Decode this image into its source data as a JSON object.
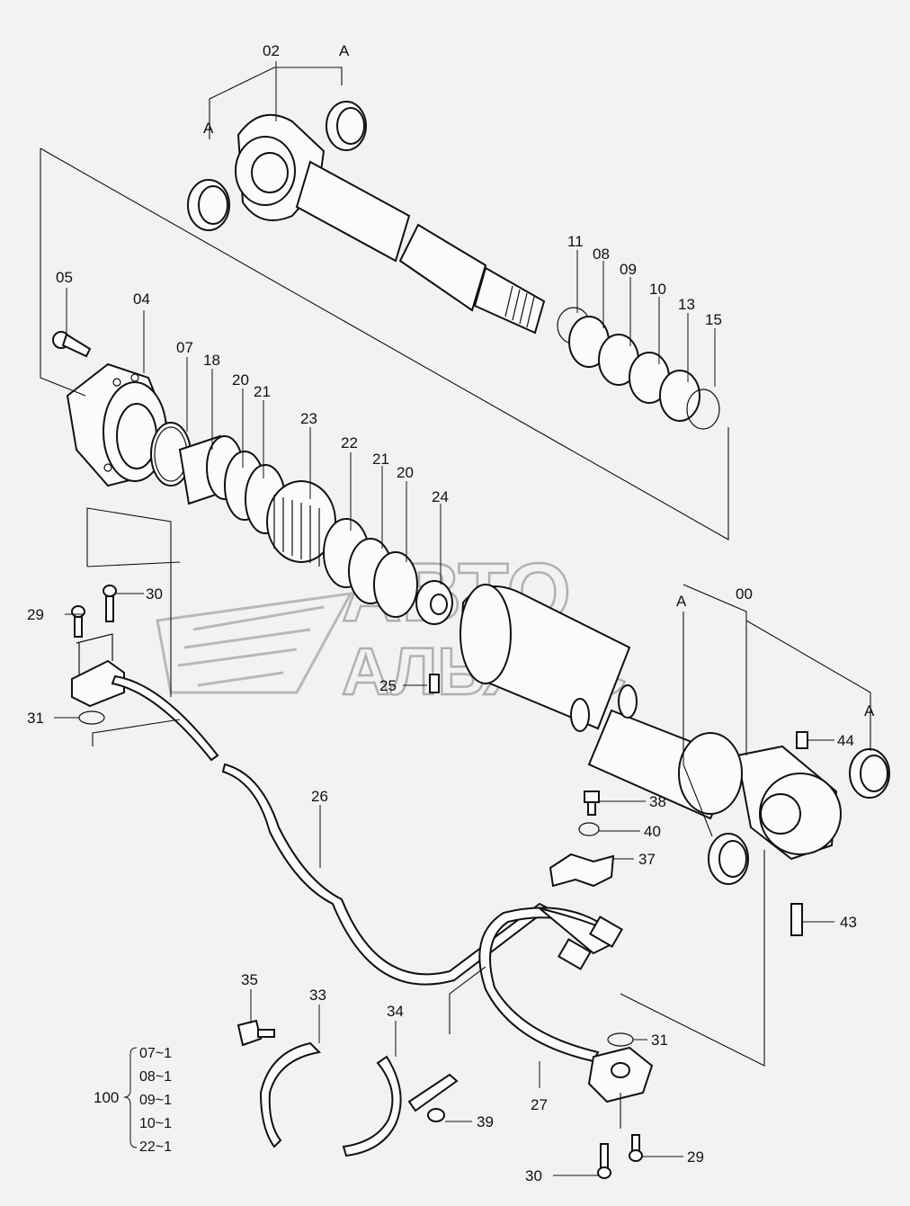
{
  "callouts": [
    {
      "id": "callout-02",
      "label": "02"
    },
    {
      "id": "callout-a-top",
      "label": "A"
    },
    {
      "id": "callout-a-left",
      "label": "A"
    },
    {
      "id": "callout-05",
      "label": "05"
    },
    {
      "id": "callout-04",
      "label": "04"
    },
    {
      "id": "callout-07",
      "label": "07"
    },
    {
      "id": "callout-18",
      "label": "18"
    },
    {
      "id": "callout-20a",
      "label": "20"
    },
    {
      "id": "callout-21a",
      "label": "21"
    },
    {
      "id": "callout-23",
      "label": "23"
    },
    {
      "id": "callout-22",
      "label": "22"
    },
    {
      "id": "callout-21b",
      "label": "21"
    },
    {
      "id": "callout-20b",
      "label": "20"
    },
    {
      "id": "callout-24",
      "label": "24"
    },
    {
      "id": "callout-11",
      "label": "11"
    },
    {
      "id": "callout-08",
      "label": "08"
    },
    {
      "id": "callout-09",
      "label": "09"
    },
    {
      "id": "callout-10",
      "label": "10"
    },
    {
      "id": "callout-13",
      "label": "13"
    },
    {
      "id": "callout-15",
      "label": "15"
    },
    {
      "id": "callout-30a",
      "label": "30"
    },
    {
      "id": "callout-29a",
      "label": "29"
    },
    {
      "id": "callout-31a",
      "label": "31"
    },
    {
      "id": "callout-25",
      "label": "25"
    },
    {
      "id": "callout-a-mid",
      "label": "A"
    },
    {
      "id": "callout-00",
      "label": "00"
    },
    {
      "id": "callout-a-right",
      "label": "A"
    },
    {
      "id": "callout-44",
      "label": "44"
    },
    {
      "id": "callout-26",
      "label": "26"
    },
    {
      "id": "callout-38",
      "label": "38"
    },
    {
      "id": "callout-40",
      "label": "40"
    },
    {
      "id": "callout-37",
      "label": "37"
    },
    {
      "id": "callout-43",
      "label": "43"
    },
    {
      "id": "callout-35",
      "label": "35"
    },
    {
      "id": "callout-33",
      "label": "33"
    },
    {
      "id": "callout-34",
      "label": "34"
    },
    {
      "id": "callout-31b",
      "label": "31"
    },
    {
      "id": "callout-27",
      "label": "27"
    },
    {
      "id": "callout-39",
      "label": "39"
    },
    {
      "id": "callout-29b",
      "label": "29"
    },
    {
      "id": "callout-30b",
      "label": "30"
    }
  ],
  "seal_kit": {
    "label": "100",
    "items": [
      "07~1",
      "08~1",
      "09~1",
      "10~1",
      "22~1"
    ]
  },
  "watermark": {
    "line1": "АВТО",
    "line2": "АЛЬЯНС"
  }
}
